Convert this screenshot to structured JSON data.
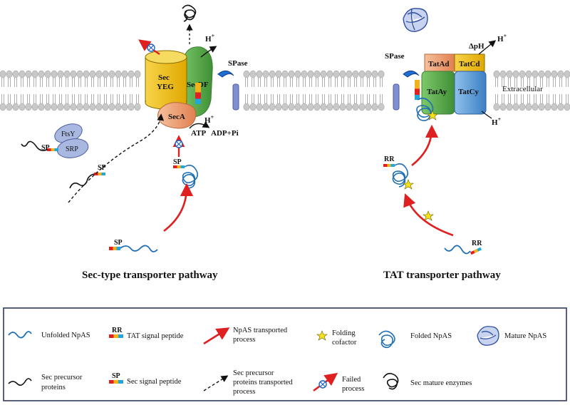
{
  "membrane": {
    "extracellular": "Extracellular"
  },
  "sec": {
    "secyeg_line1": "Sec",
    "secyeg_line2": "YEG",
    "secdf": "SecDF",
    "seca": "SecA",
    "spase": "SPase",
    "hplus_top": "H",
    "hplus_bottom": "H",
    "plus": "+",
    "atp": "ATP",
    "adp": "ADP+Pi",
    "ftsy": "FtsY",
    "srp": "SRP",
    "sp1": "SP",
    "sp2": "SP",
    "sp3": "SP",
    "sp4": "SP",
    "pathway_title": "Sec-type transporter pathway"
  },
  "tat": {
    "spase": "SPase",
    "tatad": "TatAd",
    "tatcd": "TatCd",
    "tatay": "TatAy",
    "tatcy": "TatCy",
    "dph": "ΔpH",
    "hplus_top": "H",
    "hplus_bottom": "H",
    "plus": "+",
    "rr1": "RR",
    "rr2": "RR",
    "pathway_title": "TAT transporter pathway"
  },
  "legend": {
    "unfolded": "Unfolded NpAS",
    "rr_tag": "RR",
    "tat_signal": "TAT signal peptide",
    "npas_transported_1": "NpAS transported",
    "npas_transported_2": "process",
    "folding_1": "Folding",
    "folding_2": "cofactor",
    "folded": "Folded NpAS",
    "mature_npas": "Mature  NpAS",
    "sec_precursor_1": "Sec precursor",
    "sec_precursor_2": "proteins",
    "sp_tag": "SP",
    "sec_signal": "Sec signal peptide",
    "sec_transport_1": "Sec precursor",
    "sec_transport_2": "proteins transported",
    "sec_transport_3": "process",
    "failed_1": "Failed",
    "failed_2": "process",
    "sec_mature": "Sec mature enzymes"
  },
  "colors": {
    "membrane": "#c8c8c8",
    "secyeg": "#f2c31a",
    "secdf": "#5cb34c",
    "seca": "#f2a37a",
    "tatad": "#e8a477",
    "tatcd": "#f3c21a",
    "tatay": "#5cb34c",
    "tatcy": "#5a9bd5",
    "spase_pillar": "#7f8fd0",
    "arrow_red": "#e02020",
    "chain_blue": "#1f6fb6",
    "failed_blue": "#1f5fc0",
    "legend_border": "#1f2f4f"
  }
}
